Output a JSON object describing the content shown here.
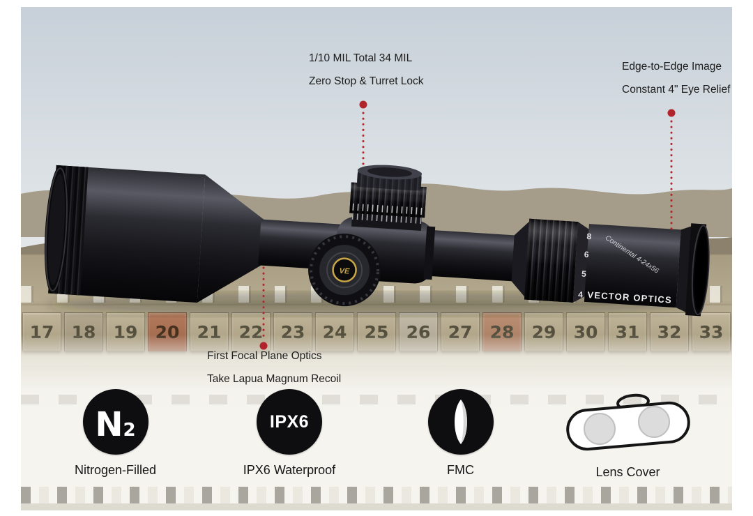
{
  "callouts": {
    "turret": {
      "line1": "1/10 MIL Total 34 MIL",
      "line2": "Zero Stop & Turret Lock"
    },
    "eyepiece": {
      "line1": "Edge-to-Edge Image",
      "line2": "Constant 4\" Eye Relief"
    },
    "optics": {
      "line1": "First Focal Plane Optics",
      "line2": "Take Lapua Magnum Recoil"
    }
  },
  "scope": {
    "brand": "VECTOR OPTICS",
    "model": "Continental 4-24x56",
    "logo": "VE",
    "zoom_numbers": [
      "4",
      "5",
      "6",
      "8"
    ]
  },
  "features": [
    {
      "id": "nitrogen",
      "icon": "n2-icon",
      "icon_main": "N",
      "icon_sub": "2",
      "label": "Nitrogen-Filled"
    },
    {
      "id": "waterproof",
      "icon": "ipx6-icon",
      "icon_text": "IPX6",
      "label": "IPX6 Waterproof"
    },
    {
      "id": "fmc",
      "icon": "fmc-lens-icon",
      "label": "FMC"
    },
    {
      "id": "lens-cover",
      "icon": "lens-cover-icon",
      "label": "Lens Cover"
    }
  ],
  "range": {
    "numbers": [
      "17",
      "18",
      "19",
      "20",
      "21",
      "22",
      "23",
      "24",
      "25",
      "26",
      "27",
      "28",
      "29",
      "30",
      "31",
      "32",
      "33"
    ]
  },
  "colors": {
    "accent_red": "#b2242b",
    "text_dark": "#1c1c1c",
    "scope_black": "#141418",
    "logo_gold": "#c9a646"
  }
}
